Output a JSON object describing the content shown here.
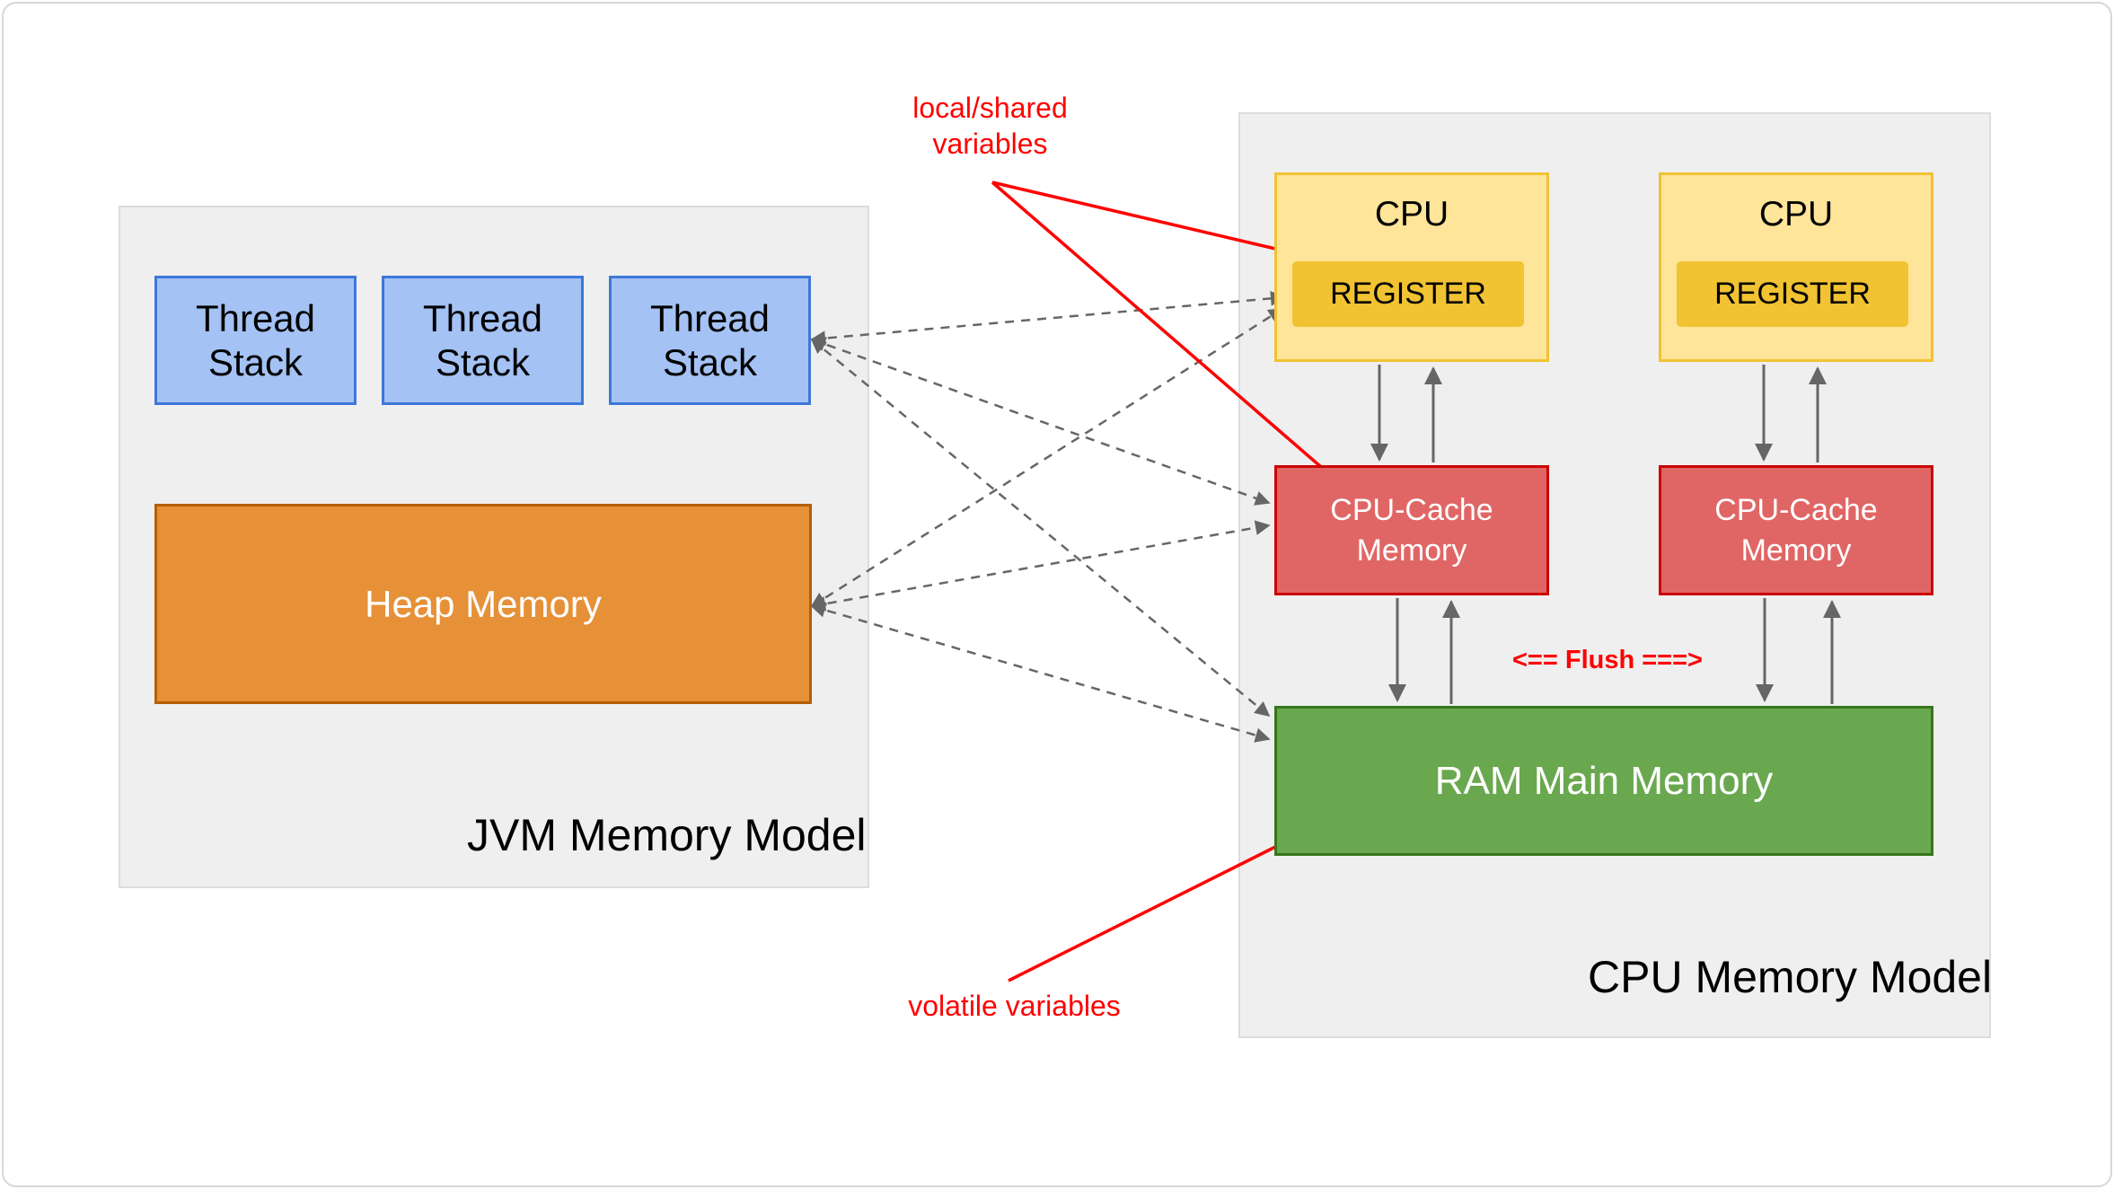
{
  "diagram": {
    "jvm": {
      "title": "JVM Memory Model",
      "thread_stacks": [
        "Thread Stack",
        "Thread Stack",
        "Thread Stack"
      ],
      "heap_label": "Heap Memory"
    },
    "cpu_model": {
      "title": "CPU Memory Model",
      "cpus": [
        {
          "label": "CPU",
          "register_label": "REGISTER",
          "cache_label": "CPU-Cache Memory"
        },
        {
          "label": "CPU",
          "register_label": "REGISTER",
          "cache_label": "CPU-Cache Memory"
        }
      ],
      "ram_label": "RAM Main Memory",
      "flush_label": "<== Flush ===>"
    },
    "annotations": {
      "local_shared": "local/shared\nvariables",
      "volatile": "volatile variables"
    },
    "colors": {
      "panel_gray": "#efefef",
      "thread_blue": "#a4c2f4",
      "thread_border": "#3d78d8",
      "heap_orange": "#e69138",
      "heap_border": "#b45f06",
      "cpu_yellow": "#ffe599",
      "register_gold": "#f1c232",
      "cache_red": "#e06666",
      "cache_border": "#cc0000",
      "ram_green": "#6aa84f",
      "ram_border": "#38761d",
      "arrow_gray": "#666666",
      "annotation_red": "#ff0000"
    }
  }
}
